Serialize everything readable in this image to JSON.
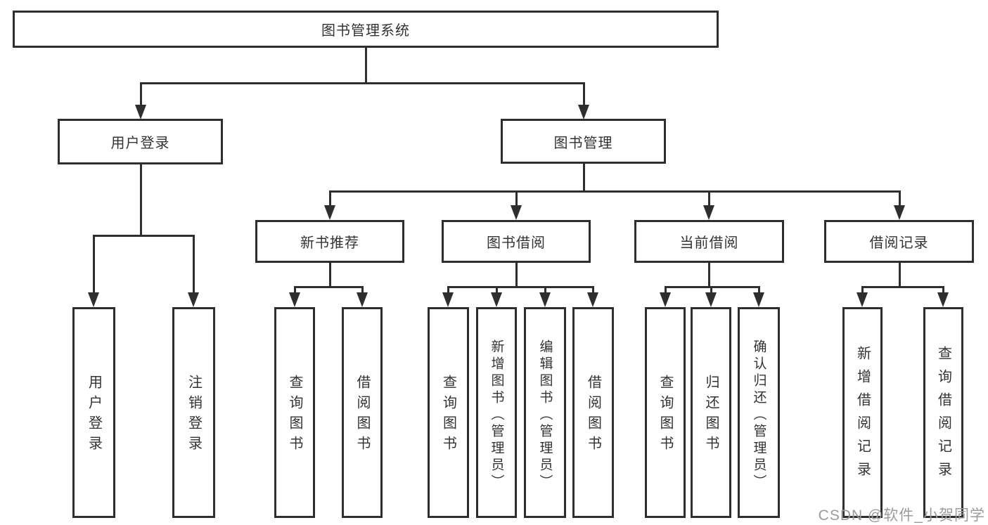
{
  "diagram": {
    "title": "图书管理系统",
    "level2": {
      "user_login": "用户登录",
      "book_mgmt": "图书管理"
    },
    "level3": {
      "new_book": "新书推荐",
      "book_borrow": "图书借阅",
      "current_borrow": "当前借阅",
      "borrow_records": "借阅记录"
    },
    "leaves": {
      "user_login": [
        "用户登录",
        "注销登录"
      ],
      "new_book": [
        "查询图书",
        "借阅图书"
      ],
      "book_borrow": [
        "查询图书",
        "新增图书（管理员）",
        "编辑图书（管理员）",
        "借阅图书"
      ],
      "current_borrow": [
        "查询图书",
        "归还图书",
        "确认归还（管理员）"
      ],
      "borrow_records": [
        "新增借阅记录",
        "查询借阅记录"
      ]
    },
    "colors": {
      "line": "#2e2e2e",
      "text": "#333333",
      "background": "#ffffff",
      "watermark": "#9b9b9b"
    }
  },
  "watermark": {
    "text": "CSDN @软件_小贺同学"
  }
}
